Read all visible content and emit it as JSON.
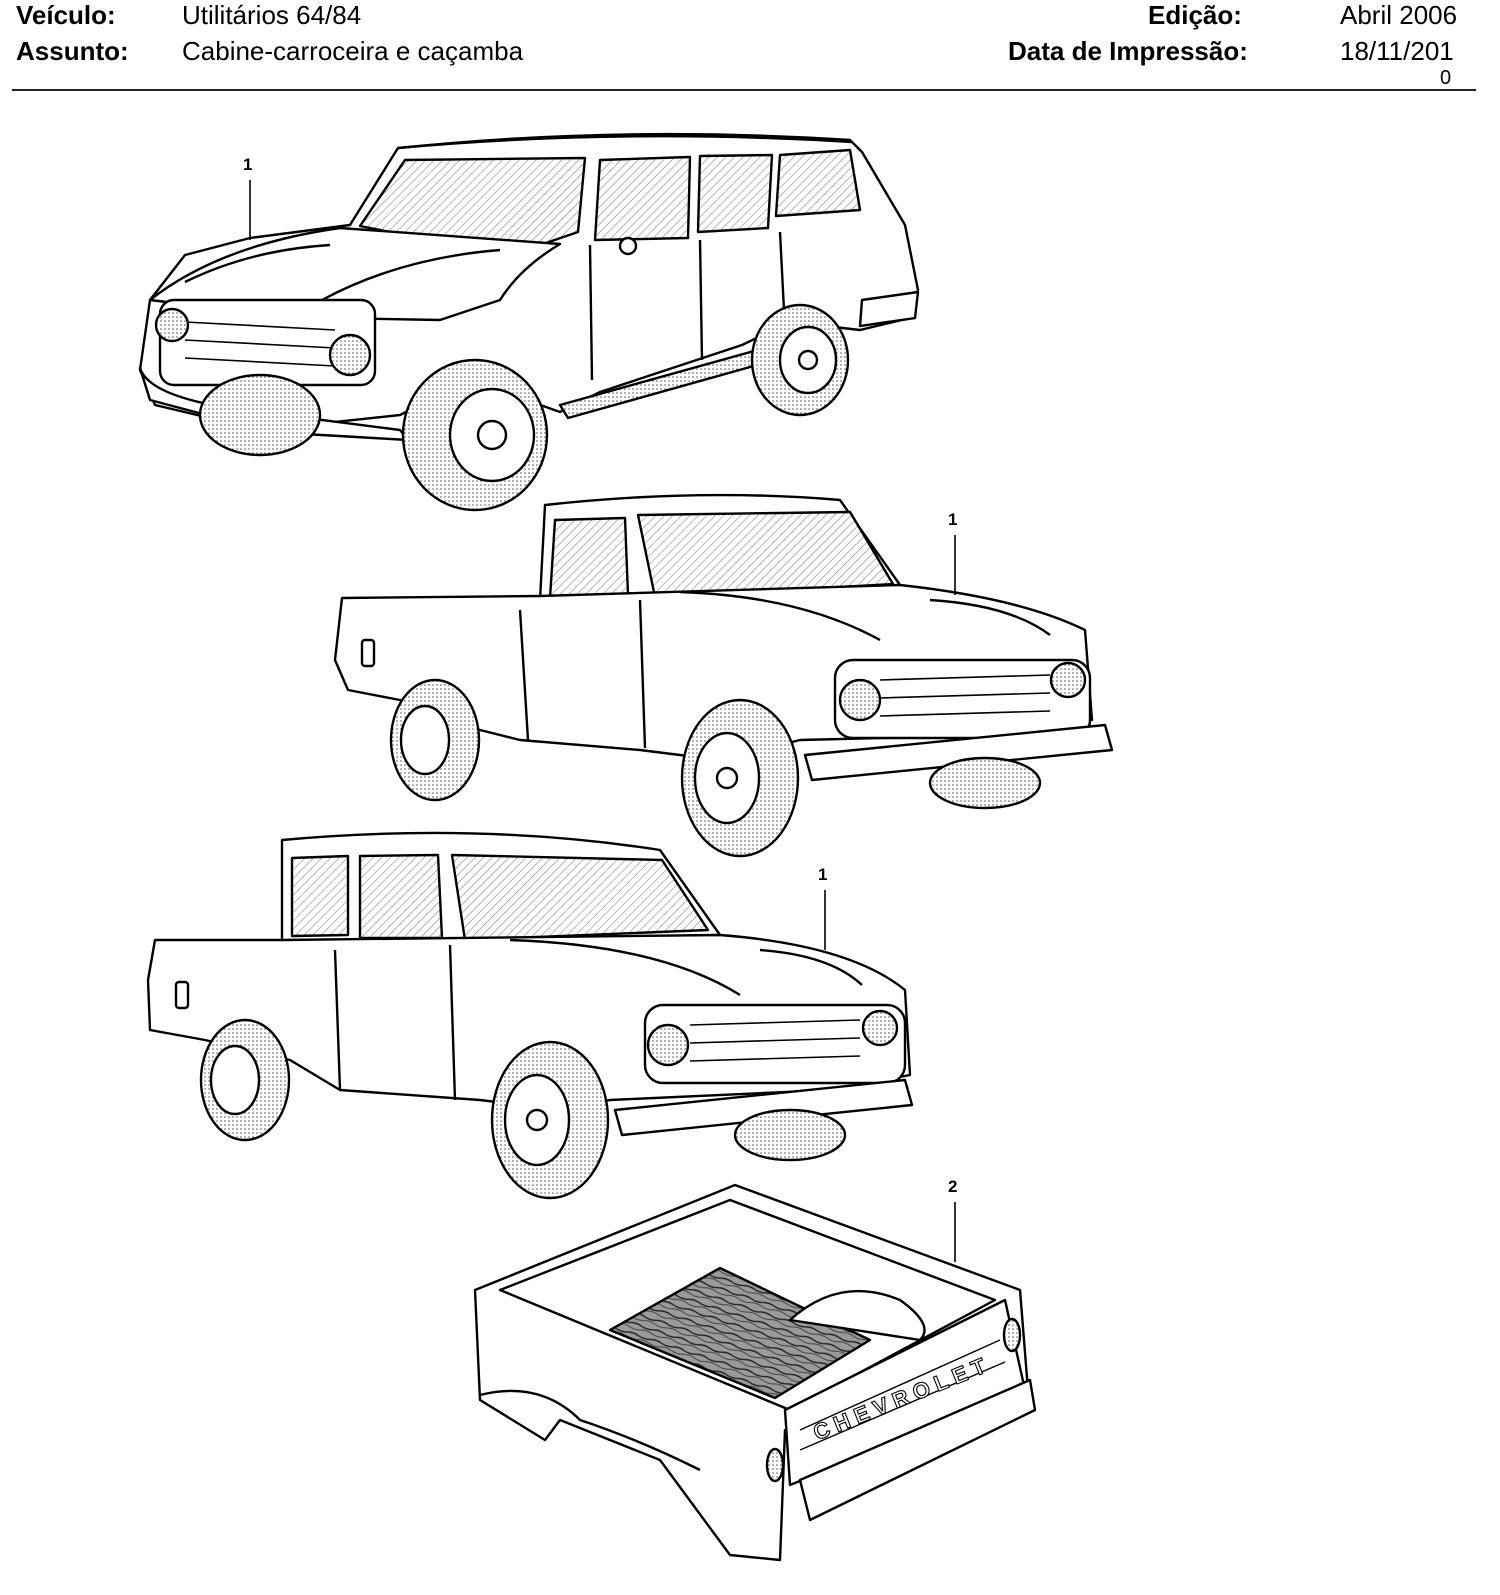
{
  "header": {
    "vehicle_label": "Veículo:",
    "vehicle_value": "Utilitários 64/84",
    "subject_label": "Assunto:",
    "subject_value": "Cabine-carroceira e caçamba",
    "edition_label": "Edição:",
    "edition_value": "Abril 2006",
    "print_date_label": "Data de Impressão:",
    "print_date_value": "18/11/201",
    "print_date_wrap": "0"
  },
  "illustrations": [
    {
      "name": "station-wagon",
      "callout": "1"
    },
    {
      "name": "single-cab-pickup",
      "callout": "1"
    },
    {
      "name": "double-cab-pickup",
      "callout": "1"
    },
    {
      "name": "cargo-bed",
      "callout": "2"
    }
  ],
  "vehicle_lettering": {
    "tailgate": "CHEVROLET"
  }
}
